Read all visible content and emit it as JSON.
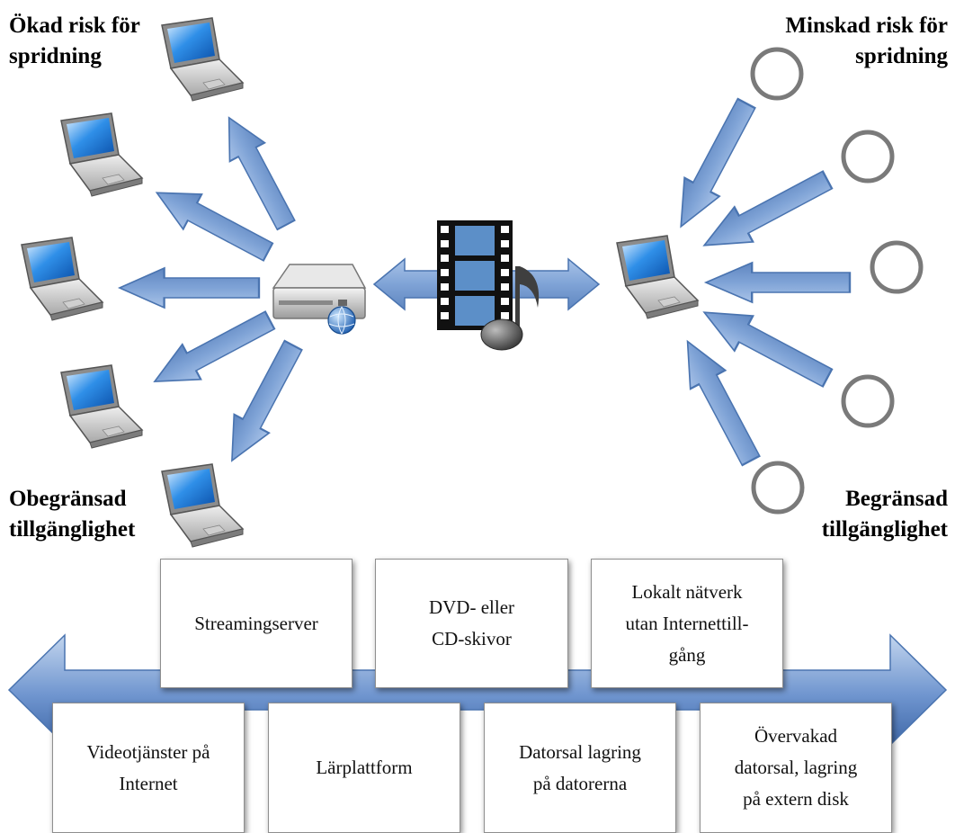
{
  "corners": {
    "top_left": [
      "Ökad risk för",
      "spridning"
    ],
    "top_right": [
      "Minskad risk för",
      "spridning"
    ],
    "bottom_left": [
      "Obegränsad",
      "tillgänglighet"
    ],
    "bottom_right": [
      "Begränsad",
      "tillgänglighet"
    ]
  },
  "top_boxes": [
    {
      "lines": [
        "Streamingserver"
      ]
    },
    {
      "lines": [
        "DVD- eller",
        "CD-skivor"
      ]
    },
    {
      "lines": [
        "Lokalt nätverk",
        "utan Internettill-",
        "gång"
      ]
    }
  ],
  "bottom_boxes": [
    {
      "lines": [
        "Videotjänster på",
        "Internet"
      ]
    },
    {
      "lines": [
        "Lärplattform"
      ]
    },
    {
      "lines": [
        "Datorsal lagring",
        "på datorerna"
      ]
    },
    {
      "lines": [
        "Övervakad",
        "datorsal, lagring",
        "på extern disk"
      ]
    }
  ],
  "icons": {
    "laptop": "laptop-icon",
    "server": "server-globe-icon",
    "media": "film-music-icon",
    "circle": "empty-circle-icon"
  },
  "colors": {
    "arrow_fill": "#7fa3d6",
    "arrow_stroke": "#4a74b0",
    "circle_stroke": "#7a7a7a"
  }
}
